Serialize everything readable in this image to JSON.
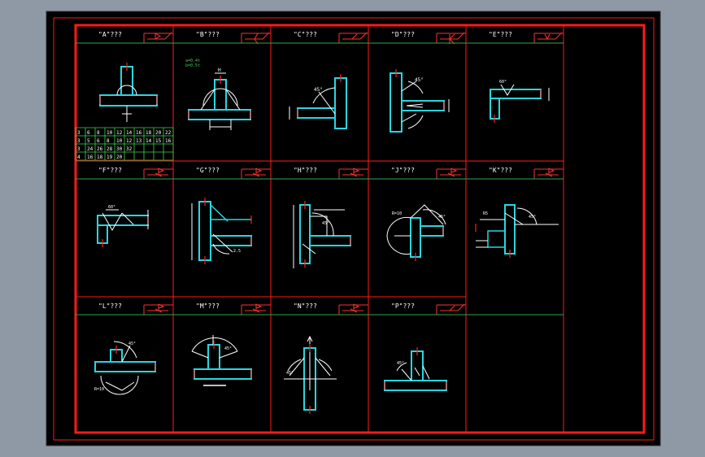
{
  "colors": {
    "background": "#8f99a6",
    "canvas": "#000000",
    "frame": "#ff1a1a",
    "grid": "#ff1a1a",
    "header_line": "#2ea84a",
    "member": "#29d6e0",
    "marker": "#ff2222",
    "text": "#ffffff",
    "weld_symbol": "#ff3030",
    "table_line": "#3fd24f",
    "table_text": "#ffffff"
  },
  "panels": [
    {
      "label": "\"A\"???",
      "symbol": "fillet-flag-icon"
    },
    {
      "label": "\"B\"???",
      "symbol": "double-v-icon"
    },
    {
      "label": "\"C\"???",
      "symbol": "single-bevel-icon"
    },
    {
      "label": "\"D\"???",
      "symbol": "k-groove-icon"
    },
    {
      "label": "\"E\"???",
      "symbol": "v-groove-icon"
    },
    {
      "label": "\"F\"???",
      "symbol": "flag-weld-icon"
    },
    {
      "label": "\"G\"???",
      "symbol": "flag-weld-icon"
    },
    {
      "label": "\"H\"???",
      "symbol": "flag-weld-icon"
    },
    {
      "label": "\"J\"???",
      "symbol": "flag-weld-icon"
    },
    {
      "label": "\"K\"???",
      "symbol": "flag-weld-icon"
    },
    {
      "label": "\"L\"???",
      "symbol": "flag-weld-icon"
    },
    {
      "label": "\"M\"???",
      "symbol": "flag-weld-icon"
    },
    {
      "label": "\"N\"???",
      "symbol": "flag-weld-icon"
    },
    {
      "label": "\"P\"???",
      "symbol": "single-bevel-icon"
    }
  ],
  "table": {
    "rows": [
      [
        "3",
        "6",
        "8",
        "10",
        "12",
        "14",
        "16",
        "18",
        "20",
        "22"
      ],
      [
        "3",
        "5",
        "6",
        "8",
        "10",
        "12",
        "13",
        "14",
        "15",
        "16"
      ],
      [
        "3",
        "24",
        "26",
        "28",
        "30",
        "32",
        "",
        "",
        "",
        ""
      ],
      [
        "4",
        "16",
        "18",
        "19",
        "20",
        "",
        "",
        "",
        "",
        ""
      ]
    ]
  },
  "b_note": [
    "a=0.4t",
    "b=0.5t"
  ],
  "dim_labels": {
    "b_top": "H",
    "c_angle": "45°",
    "d_angle": "45°",
    "e_angle": "60°",
    "f_angle": "60°",
    "g_gap": "2.5",
    "h_angle": "45°",
    "j_angle": "45°",
    "j_r": "R=10",
    "k_angle": "45°",
    "k_r": "R5",
    "l_angle": "45°",
    "l_r": "R=10",
    "m_angle": "45°",
    "n_angle": "45°",
    "p_angle": "45°"
  }
}
